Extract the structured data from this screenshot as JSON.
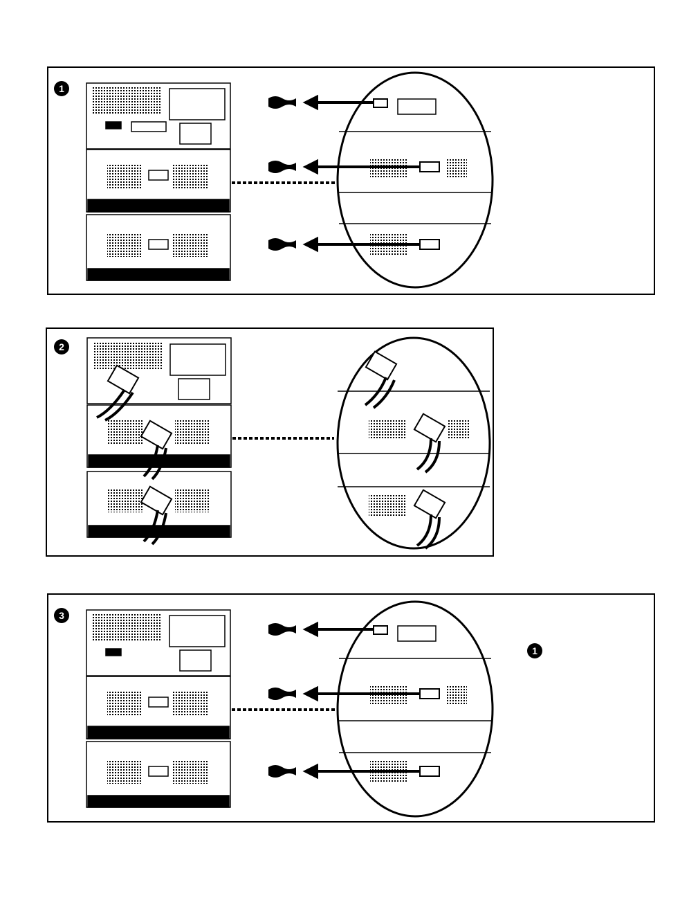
{
  "steps": [
    {
      "number": "1"
    },
    {
      "number": "2"
    },
    {
      "number": "3"
    }
  ],
  "step3_reference": {
    "number": "1"
  }
}
